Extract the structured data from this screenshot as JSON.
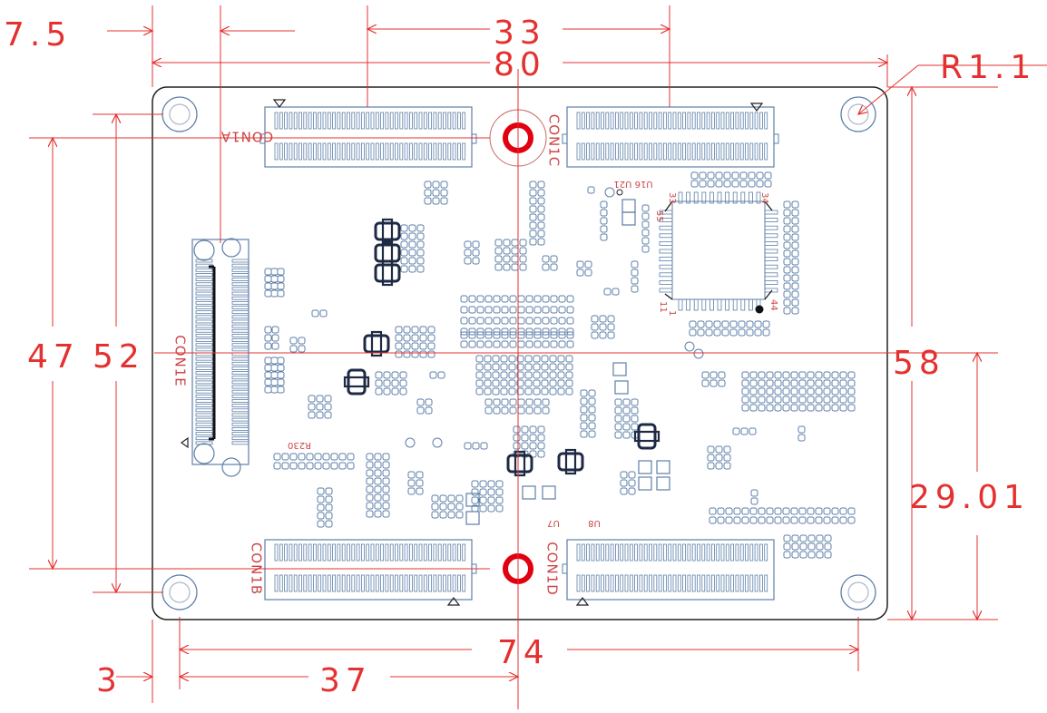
{
  "dimensions": {
    "d_7_5": "7.5",
    "d_33": "33",
    "d_80": "80",
    "d_r11": "R1.1",
    "d_47": "47",
    "d_52": "52",
    "d_58": "58",
    "d_29_01": "29.01",
    "d_74": "74",
    "d_3": "3",
    "d_37": "37"
  },
  "connectors": {
    "con1a": "CON1A",
    "con1c": "CON1C",
    "con1e": "CON1E",
    "con1b": "CON1B",
    "con1d": "CON1D"
  },
  "components": {
    "u16_u21": "U16 U21",
    "u7": "U7",
    "u8": "U8",
    "r230": "R230",
    "pin_55": "55",
    "pin_33": "33",
    "pin_34": "34",
    "pin_11": "11",
    "pin_1": "1",
    "pin_44": "44"
  },
  "colors": {
    "dimension": "#e53030",
    "board_outline": "#222222",
    "component": "#5d7fa8",
    "inductor": "#1e2a44",
    "label": "#c44444"
  }
}
